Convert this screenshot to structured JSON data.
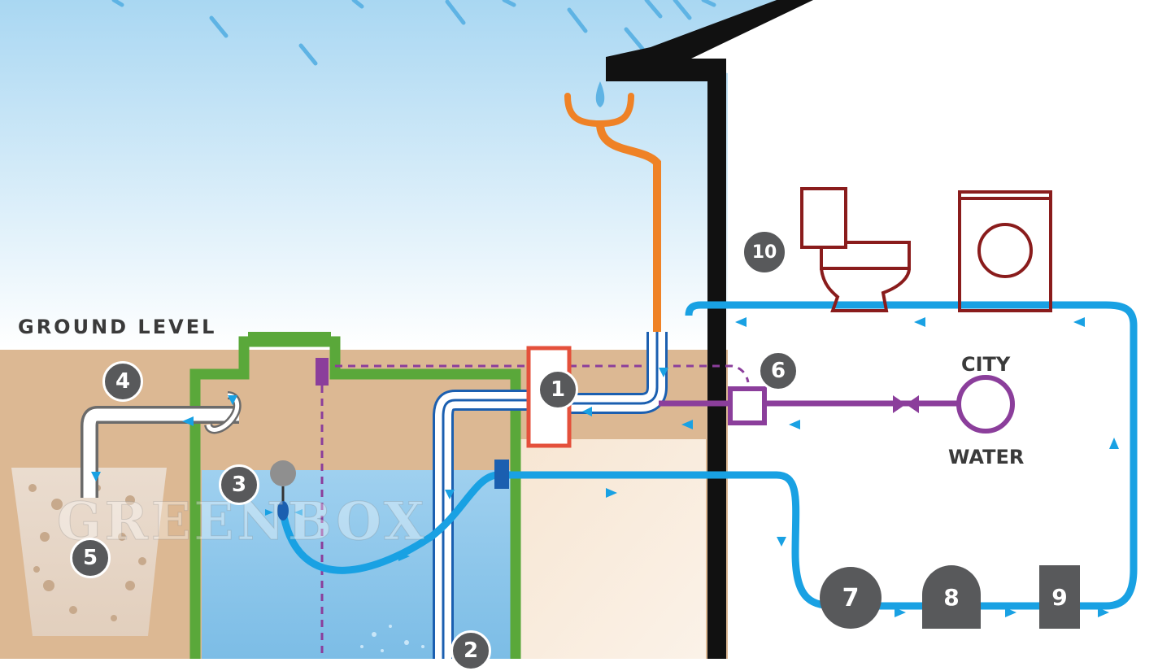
{
  "labels": {
    "ground_level": "GROUND LEVEL",
    "city": "CITY",
    "water": "WATER",
    "watermark": "GREENBOX"
  },
  "callouts": {
    "c1": "1",
    "c2": "2",
    "c3": "3",
    "c4": "4",
    "c5": "5",
    "c6": "6",
    "c7": "7",
    "c8": "8",
    "c9": "9",
    "c10": "10"
  },
  "colors": {
    "sky_top": "#a9d7f2",
    "ground": "#dcb893",
    "tank_wall": "#5aa83a",
    "water": "#8cc8ec",
    "supply_pipe": "#19a1e3",
    "main_pipe": "#1b5fb0",
    "downspout": "#ef8226",
    "city_line": "#8b3e9b",
    "filter": "#e4503b",
    "house_wall": "#111111",
    "fixtures": "#8a1c1c",
    "badge": "#58595b"
  }
}
